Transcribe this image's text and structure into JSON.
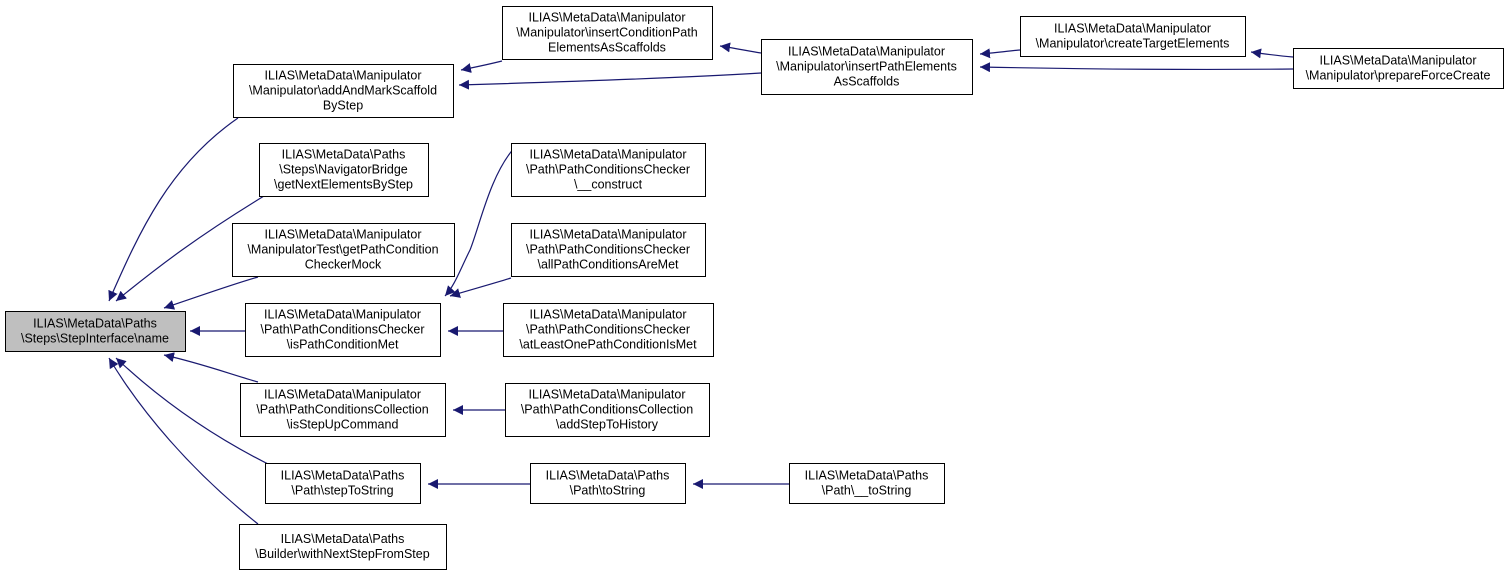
{
  "nodes": [
    {
      "id": "root",
      "lines": [
        "ILIAS\\MetaData\\Paths",
        "\\Steps\\StepInterface\\name"
      ],
      "highlight": true
    },
    {
      "id": "n1",
      "lines": [
        "ILIAS\\MetaData\\Manipulator",
        "\\Manipulator\\addAndMarkScaffold",
        "ByStep"
      ]
    },
    {
      "id": "n2",
      "lines": [
        "ILIAS\\MetaData\\Paths",
        "\\Steps\\NavigatorBridge",
        "\\getNextElementsByStep"
      ]
    },
    {
      "id": "n3",
      "lines": [
        "ILIAS\\MetaData\\Manipulator",
        "\\ManipulatorTest\\getPathCondition",
        "CheckerMock"
      ]
    },
    {
      "id": "n4",
      "lines": [
        "ILIAS\\MetaData\\Manipulator",
        "\\Path\\PathConditionsChecker",
        "\\isPathConditionMet"
      ]
    },
    {
      "id": "n5",
      "lines": [
        "ILIAS\\MetaData\\Manipulator",
        "\\Path\\PathConditionsCollection",
        "\\isStepUpCommand"
      ]
    },
    {
      "id": "n6",
      "lines": [
        "ILIAS\\MetaData\\Paths",
        "\\Path\\stepToString"
      ]
    },
    {
      "id": "n7",
      "lines": [
        "ILIAS\\MetaData\\Paths",
        "\\Builder\\withNextStepFromStep"
      ]
    },
    {
      "id": "n8",
      "lines": [
        "ILIAS\\MetaData\\Manipulator",
        "\\Manipulator\\insertConditionPath",
        "ElementsAsScaffolds"
      ]
    },
    {
      "id": "n9",
      "lines": [
        "ILIAS\\MetaData\\Manipulator",
        "\\Manipulator\\insertPathElements",
        "AsScaffolds"
      ]
    },
    {
      "id": "n10",
      "lines": [
        "ILIAS\\MetaData\\Manipulator",
        "\\Manipulator\\createTargetElements"
      ]
    },
    {
      "id": "n11",
      "lines": [
        "ILIAS\\MetaData\\Manipulator",
        "\\Manipulator\\prepareForceCreate"
      ]
    },
    {
      "id": "n12",
      "lines": [
        "ILIAS\\MetaData\\Manipulator",
        "\\Path\\PathConditionsChecker",
        "\\__construct"
      ]
    },
    {
      "id": "n13",
      "lines": [
        "ILIAS\\MetaData\\Manipulator",
        "\\Path\\PathConditionsChecker",
        "\\allPathConditionsAreMet"
      ]
    },
    {
      "id": "n14",
      "lines": [
        "ILIAS\\MetaData\\Manipulator",
        "\\Path\\PathConditionsChecker",
        "\\atLeastOnePathConditionIsMet"
      ]
    },
    {
      "id": "n15",
      "lines": [
        "ILIAS\\MetaData\\Manipulator",
        "\\Path\\PathConditionsCollection",
        "\\addStepToHistory"
      ]
    },
    {
      "id": "n16",
      "lines": [
        "ILIAS\\MetaData\\Paths",
        "\\Path\\toString"
      ]
    },
    {
      "id": "n17",
      "lines": [
        "ILIAS\\MetaData\\Paths",
        "\\Path\\__toString"
      ]
    }
  ],
  "edges": [
    {
      "from": "n1",
      "to": "root"
    },
    {
      "from": "n2",
      "to": "root"
    },
    {
      "from": "n3",
      "to": "root"
    },
    {
      "from": "n4",
      "to": "root"
    },
    {
      "from": "n5",
      "to": "root"
    },
    {
      "from": "n6",
      "to": "root"
    },
    {
      "from": "n7",
      "to": "root"
    },
    {
      "from": "n8",
      "to": "n1"
    },
    {
      "from": "n9",
      "to": "n1"
    },
    {
      "from": "n9",
      "to": "n8"
    },
    {
      "from": "n10",
      "to": "n9"
    },
    {
      "from": "n11",
      "to": "n10"
    },
    {
      "from": "n11",
      "to": "n9"
    },
    {
      "from": "n12",
      "to": "n4"
    },
    {
      "from": "n13",
      "to": "n4"
    },
    {
      "from": "n14",
      "to": "n4"
    },
    {
      "from": "n15",
      "to": "n5"
    },
    {
      "from": "n16",
      "to": "n6"
    },
    {
      "from": "n17",
      "to": "n16"
    }
  ],
  "colors": {
    "edge": "#191970",
    "root_fill": "#bfbfbf",
    "node_fill": "#ffffff",
    "border": "#000000"
  }
}
